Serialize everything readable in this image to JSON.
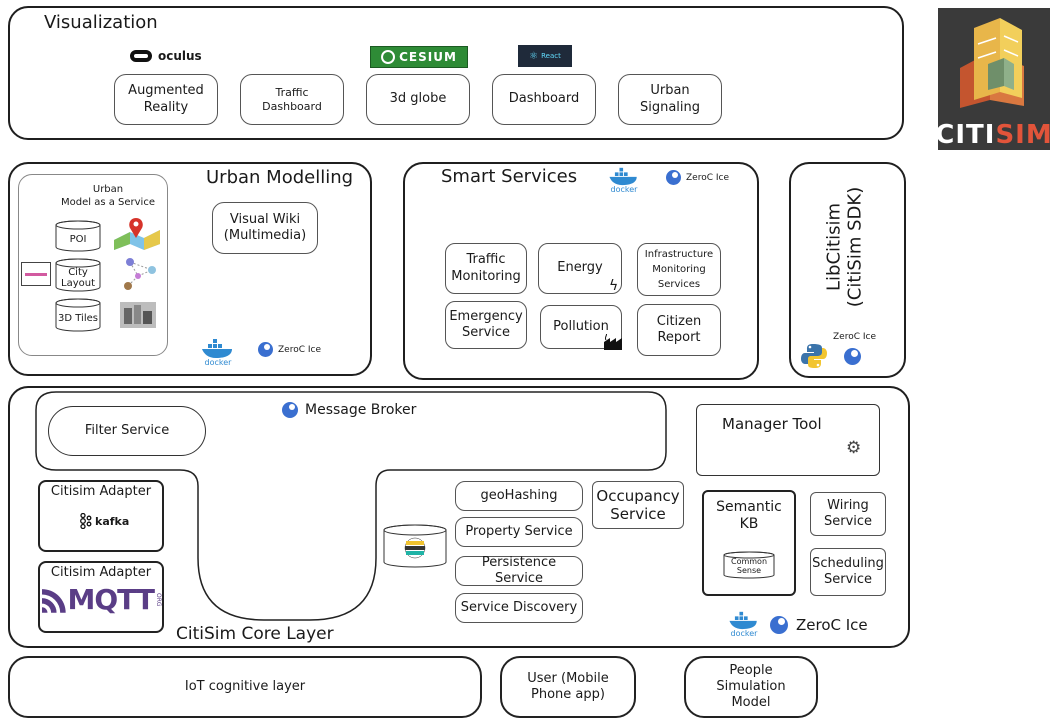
{
  "visualization": {
    "title": "Visualization",
    "logos": {
      "oculus": "oculus",
      "cesium": "CESIUM",
      "react": "React"
    },
    "items": [
      "Augmented Reality",
      "Traffic Dashboard",
      "3d globe",
      "Dashboard",
      "Urban Signaling"
    ]
  },
  "brand": {
    "name_a": "CITI",
    "name_b": "SIM",
    "accent": "#e2543a",
    "dark": "#3a3a3a"
  },
  "urban_modelling": {
    "title": "Urban Modelling",
    "service_title": "Urban\nModel as a Service",
    "layers": [
      "POI",
      "City Layout",
      "3D Tiles"
    ],
    "wiki": "Visual Wiki (Multimedia)",
    "docker": "docker",
    "zeroc": "ZeroC Ice"
  },
  "smart_services": {
    "title": "Smart Services",
    "docker": "docker",
    "zeroc": "ZeroC Ice",
    "items": [
      "Traffic Monitoring",
      "Energy",
      "Infrastructure Monitoring Services",
      "Emergency Service",
      "Pollution",
      "Citizen Report"
    ]
  },
  "libcitisim": {
    "title": "LibCitisim",
    "subtitle": "(CitiSim SDK)",
    "zeroc": "ZeroC Ice"
  },
  "core": {
    "title": "CitiSim Core Layer",
    "message_broker": "Message Broker",
    "filter_service": "Filter Service",
    "adapter_kafka": "Citisim Adapter",
    "kafka": "kafka",
    "adapter_mqtt": "Citisim Adapter",
    "mqtt": "MQTT",
    "mqtt_org": "ORG",
    "services": [
      "geoHashing",
      "Property Service",
      "Persistence Service",
      "Service Discovery"
    ],
    "occupancy": "Occupancy Service",
    "manager_tool": "Manager Tool",
    "semantic_kb": "Semantic KB",
    "common_sense": "Common Sense",
    "wiring": "Wiring Service",
    "scheduling": "Scheduling Service",
    "docker": "docker",
    "zeroc": "ZeroC Ice"
  },
  "bottom": {
    "iot": "IoT cognitive layer",
    "user": "User (Mobile Phone app)",
    "people": "People Simulation Model"
  },
  "colors": {
    "docker": "#2f8ad1",
    "zeroc": "#3a6fd0",
    "cesium_bg": "#2e8b36",
    "react_bg": "#1f2a3a",
    "mqtt": "#5a3d86",
    "elastic_teal": "#1fb3a6",
    "elastic_yellow": "#f0c330"
  }
}
